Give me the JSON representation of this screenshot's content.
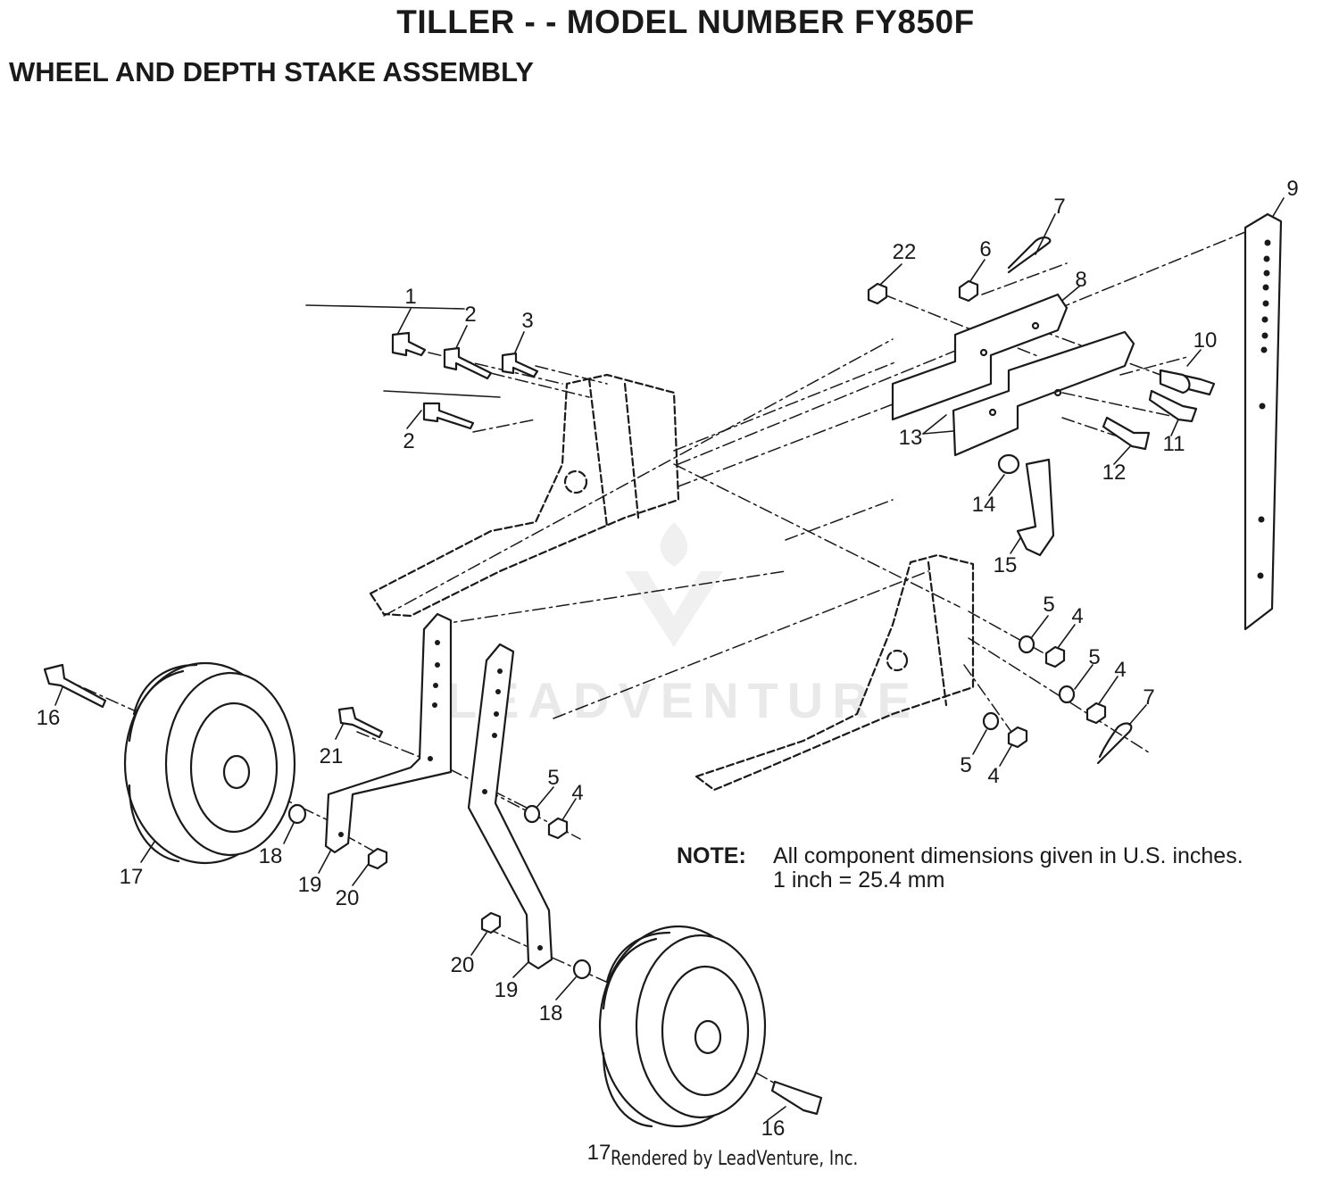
{
  "title": "TILLER - - MODEL NUMBER FY850F",
  "subtitle": "WHEEL AND DEPTH STAKE ASSEMBLY",
  "note": {
    "label": "NOTE:",
    "line1": "All component dimensions given in U.S. inches.",
    "line2": "1 inch = 25.4 mm"
  },
  "credit": "Rendered by LeadVenture, Inc.",
  "watermark": "LEADVENTURE",
  "callouts": [
    {
      "id": "c1",
      "text": "1"
    },
    {
      "id": "c2a",
      "text": "2"
    },
    {
      "id": "c2b",
      "text": "2"
    },
    {
      "id": "c3",
      "text": "3"
    },
    {
      "id": "c4a",
      "text": "4"
    },
    {
      "id": "c4b",
      "text": "4"
    },
    {
      "id": "c4c",
      "text": "4"
    },
    {
      "id": "c4d",
      "text": "4"
    },
    {
      "id": "c5a",
      "text": "5"
    },
    {
      "id": "c5b",
      "text": "5"
    },
    {
      "id": "c5c",
      "text": "5"
    },
    {
      "id": "c5d",
      "text": "5"
    },
    {
      "id": "c6",
      "text": "6"
    },
    {
      "id": "c7a",
      "text": "7"
    },
    {
      "id": "c7b",
      "text": "7"
    },
    {
      "id": "c8",
      "text": "8"
    },
    {
      "id": "c9",
      "text": "9"
    },
    {
      "id": "c10",
      "text": "10"
    },
    {
      "id": "c11",
      "text": "11"
    },
    {
      "id": "c12",
      "text": "12"
    },
    {
      "id": "c13",
      "text": "13"
    },
    {
      "id": "c14",
      "text": "14"
    },
    {
      "id": "c15",
      "text": "15"
    },
    {
      "id": "c16a",
      "text": "16"
    },
    {
      "id": "c16b",
      "text": "16"
    },
    {
      "id": "c17a",
      "text": "17"
    },
    {
      "id": "c17b",
      "text": "17"
    },
    {
      "id": "c18a",
      "text": "18"
    },
    {
      "id": "c18b",
      "text": "18"
    },
    {
      "id": "c19a",
      "text": "19"
    },
    {
      "id": "c19b",
      "text": "19"
    },
    {
      "id": "c20a",
      "text": "20"
    },
    {
      "id": "c20b",
      "text": "20"
    },
    {
      "id": "c21",
      "text": "21"
    },
    {
      "id": "c22",
      "text": "22"
    }
  ]
}
